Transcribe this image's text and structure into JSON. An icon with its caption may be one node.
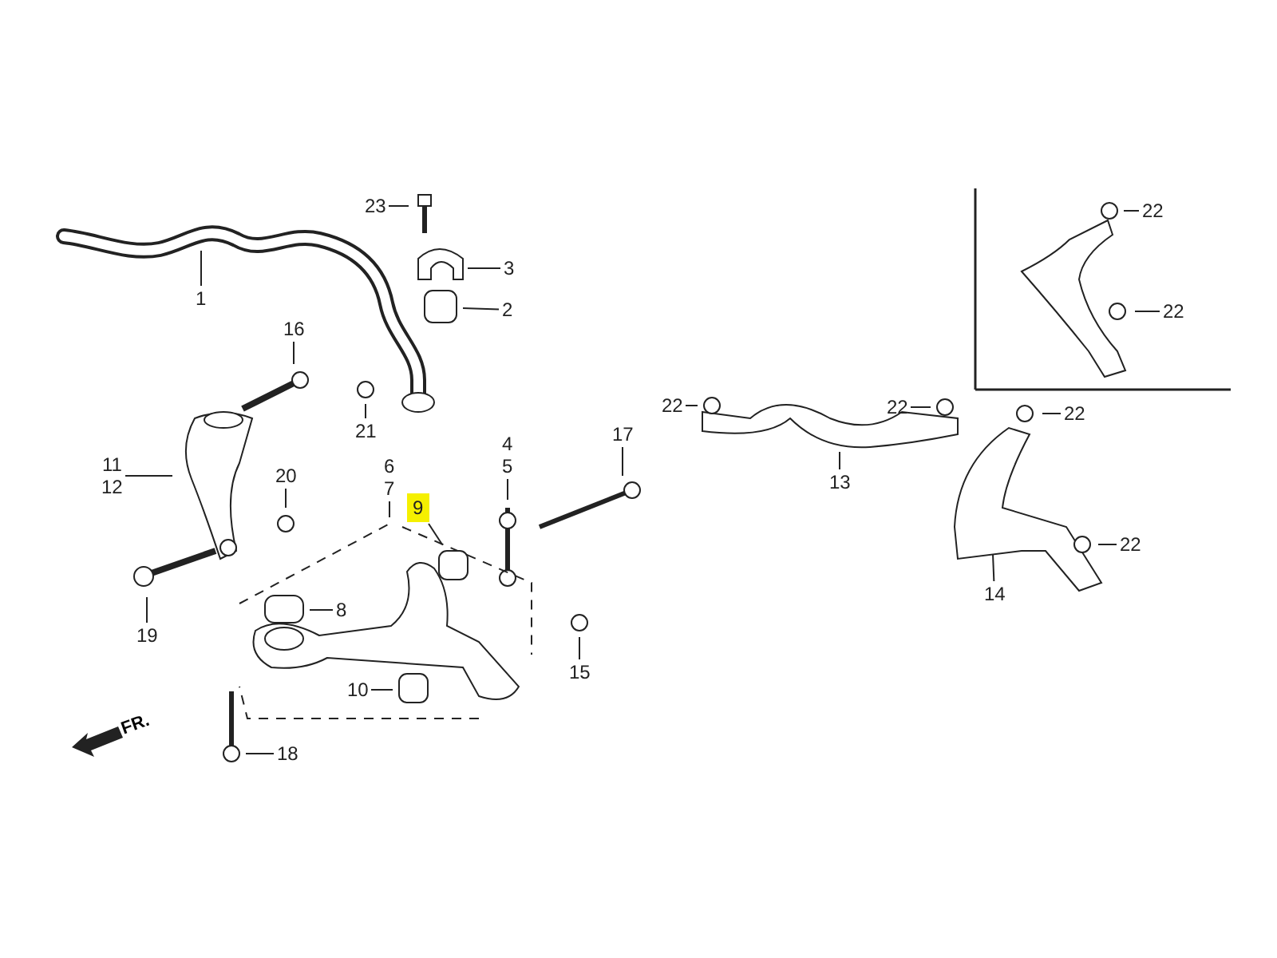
{
  "diagram": {
    "nodes": [
      {
        "text": [
          "23"
        ]
      },
      {
        "text": [
          "22"
        ]
      },
      {
        "text": [
          "3"
        ]
      },
      {
        "text": [
          "1"
        ]
      },
      {
        "text": [
          "2"
        ]
      },
      {
        "text": [
          "22"
        ]
      },
      {
        "text": [
          "16"
        ]
      },
      {
        "text": [
          "22"
        ]
      },
      {
        "text": [
          "22"
        ]
      },
      {
        "text": [
          "22"
        ]
      },
      {
        "text": [
          "21"
        ]
      },
      {
        "text": [
          "17"
        ]
      },
      {
        "text": [
          "4",
          "5"
        ]
      },
      {
        "text": [
          "11",
          "12"
        ]
      },
      {
        "text": [
          "6",
          "7"
        ]
      },
      {
        "text": [
          "20"
        ]
      },
      {
        "text": [
          "13"
        ]
      },
      {
        "text": [
          "9"
        ]
      },
      {
        "text": [
          "22"
        ]
      },
      {
        "text": [
          "14"
        ]
      },
      {
        "text": [
          "8"
        ]
      },
      {
        "text": [
          "19"
        ]
      },
      {
        "text": [
          "15"
        ]
      },
      {
        "text": [
          "10"
        ]
      },
      {
        "text": [
          "18"
        ]
      }
    ],
    "edges": [
      {
        "from": 0,
        "to": null,
        "arrow": "none"
      },
      {
        "from": 1,
        "to": null,
        "arrow": "none"
      },
      {
        "from": 2,
        "to": null,
        "arrow": "none"
      },
      {
        "from": 3,
        "to": null,
        "arrow": "none"
      },
      {
        "from": 4,
        "to": null,
        "arrow": "none"
      },
      {
        "from": 5,
        "to": null,
        "arrow": "none"
      },
      {
        "from": 6,
        "to": null,
        "arrow": "none"
      },
      {
        "from": 7,
        "to": null,
        "arrow": "none"
      },
      {
        "from": 8,
        "to": null,
        "arrow": "none"
      },
      {
        "from": 9,
        "to": null,
        "arrow": "none"
      },
      {
        "from": 10,
        "to": null,
        "arrow": "none"
      },
      {
        "from": 11,
        "to": null,
        "arrow": "none"
      },
      {
        "from": 12,
        "to": null,
        "arrow": "none"
      },
      {
        "from": 13,
        "to": null,
        "arrow": "none"
      },
      {
        "from": 14,
        "to": null,
        "arrow": "none"
      },
      {
        "from": 15,
        "to": null,
        "arrow": "none"
      },
      {
        "from": 16,
        "to": null,
        "arrow": "none"
      },
      {
        "from": 17,
        "to": null,
        "arrow": "none"
      },
      {
        "from": 18,
        "to": null,
        "arrow": "none"
      },
      {
        "from": 19,
        "to": null,
        "arrow": "none"
      },
      {
        "from": 20,
        "to": null,
        "arrow": "none"
      },
      {
        "from": 21,
        "to": null,
        "arrow": "none"
      },
      {
        "from": 22,
        "to": null,
        "arrow": "none"
      },
      {
        "from": 23,
        "to": null,
        "arrow": "none"
      },
      {
        "from": 24,
        "to": null,
        "arrow": "none"
      }
    ],
    "labels": [
      "FR."
    ]
  }
}
